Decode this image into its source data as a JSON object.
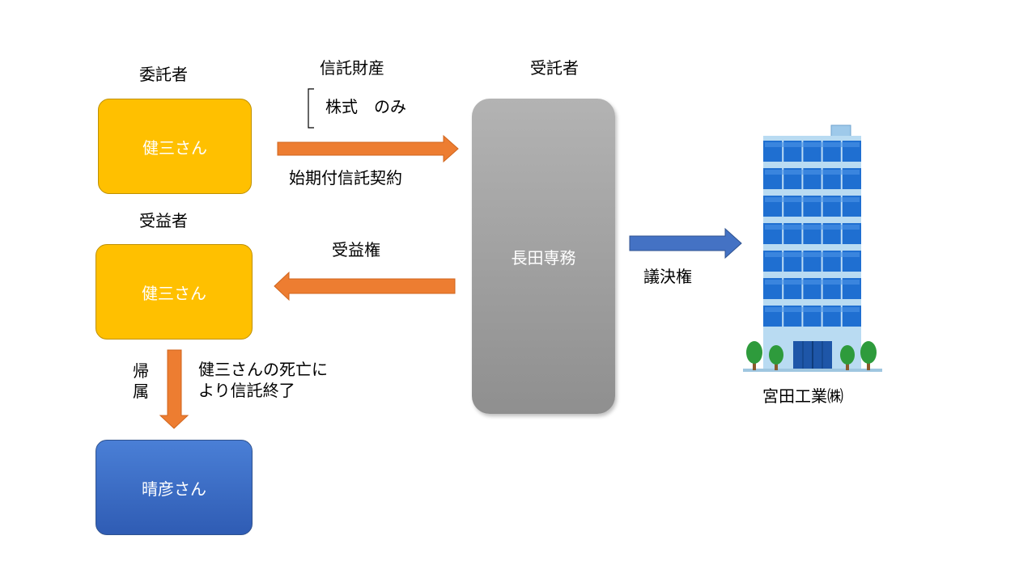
{
  "roles": {
    "settlor": "委託者",
    "trust_property": "信託財産",
    "trustee": "受託者",
    "beneficiary": "受益者"
  },
  "trust_property_item": "株式　のみ",
  "boxes": {
    "settlor_name": "健三さん",
    "beneficiary_name": "健三さん",
    "trustee_name": "長田専務",
    "successor_name": "晴彦さん"
  },
  "arrows": {
    "contract_label": "始期付信託契約",
    "beneficial_right_label": "受益権",
    "voting_right_label": "議決権",
    "reversion_char1": "帰",
    "reversion_char2": "属",
    "termination_line1": "健三さんの死亡に",
    "termination_line2": "より信託終了"
  },
  "company": {
    "name": "宮田工業㈱"
  },
  "colors": {
    "yellow_box": "#ffc000",
    "blue_box": "#3a6cc6",
    "gray_box": "#a6a6a6",
    "orange_arrow": "#ed7d31",
    "blue_arrow": "#4472c4"
  }
}
